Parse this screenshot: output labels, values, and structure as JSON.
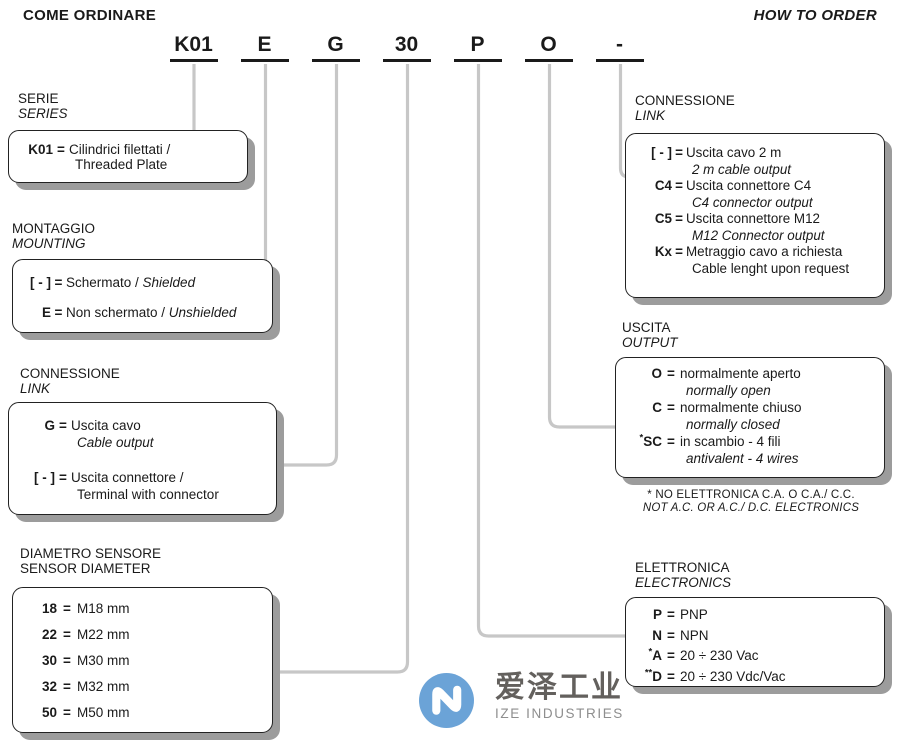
{
  "header": {
    "title_it": "COME ORDINARE",
    "title_en": "HOW TO ORDER"
  },
  "order_code": {
    "segments": [
      "K01",
      "E",
      "G",
      "30",
      "P",
      "O",
      "-"
    ]
  },
  "sections": {
    "serie": {
      "label_it": "SERIE",
      "label_en": "SERIES",
      "lines": [
        {
          "c": "K01",
          "t": "Cilindrici filettati /"
        },
        {
          "t": "Threaded Plate"
        }
      ]
    },
    "montaggio": {
      "label_it": "MONTAGGIO",
      "label_en": "MOUNTING",
      "lines": [
        {
          "c": "[ - ]",
          "t": "Schermato / ",
          "t2": "Shielded"
        },
        {
          "c": "E",
          "t": "Non schermato / ",
          "t2": "Unshielded",
          "sp": 1
        }
      ]
    },
    "connessione_left": {
      "label_it": "CONNESSIONE",
      "label_en": "LINK",
      "lines": [
        {
          "c": "G",
          "t": "Uscita cavo"
        },
        {
          "t": "Cable output",
          "i": 1
        },
        {
          "c": "[ - ]",
          "t": "Uscita connettore /",
          "sp": 1
        },
        {
          "t": "Terminal with connector"
        }
      ]
    },
    "diametro": {
      "label_it": "DIAMETRO SENSORE",
      "label_en": "SENSOR DIAMETER",
      "lines": [
        {
          "c": "18",
          "t": "M18 mm"
        },
        {
          "c": "22",
          "t": "M22 mm",
          "sp": 1
        },
        {
          "c": "30",
          "t": "M30 mm",
          "sp": 1
        },
        {
          "c": "32",
          "t": "M32 mm",
          "sp": 1
        },
        {
          "c": "50",
          "t": "M50 mm",
          "sp": 1
        }
      ]
    },
    "connessione_right": {
      "label_it": "CONNESSIONE",
      "label_en": "LINK",
      "lines": [
        {
          "c": "[ - ]",
          "t": "Uscita cavo 2 m"
        },
        {
          "t": "2 m cable output",
          "i": 1
        },
        {
          "c": "C4",
          "t": "Uscita connettore C4"
        },
        {
          "t": "C4 connector output",
          "i": 1
        },
        {
          "c": "C5",
          "t": "Uscita connettore M12"
        },
        {
          "t": "M12 Connector output",
          "i": 1
        },
        {
          "c": "Kx",
          "t": "Metraggio cavo a richiesta"
        },
        {
          "t": "Cable lenght upon request"
        }
      ]
    },
    "uscita": {
      "label_it": "USCITA",
      "label_en": "OUTPUT",
      "lines": [
        {
          "c": "O",
          "t": "normalmente aperto"
        },
        {
          "t": "normally open",
          "i": 1
        },
        {
          "c": "C",
          "t": "normalmente chiuso"
        },
        {
          "t": "normally closed",
          "i": 1
        },
        {
          "c": "SC",
          "sup": "*",
          "t": "in scambio - 4 fili"
        },
        {
          "t": "antivalent - 4 wires",
          "i": 1
        }
      ],
      "footnote_it": "* NO ELETTRONICA C.A. O C.A./ C.C.",
      "footnote_en": "NOT A.C. OR A.C./ D.C. ELECTRONICS"
    },
    "elettronica": {
      "label_it": "ELETTRONICA",
      "label_en": "ELECTRONICS",
      "lines": [
        {
          "c": "P",
          "t": "PNP"
        },
        {
          "c": "N",
          "t": "NPN"
        },
        {
          "c": "A",
          "sup": "*",
          "t": "20 ÷ 230 Vac"
        },
        {
          "c": "D",
          "sup": "**",
          "t": "20 ÷ 230 Vdc/Vac"
        }
      ]
    }
  },
  "watermark": {
    "cn": "爱泽工业",
    "en": "IZE INDUSTRIES"
  },
  "colors": {
    "text": "#1a1a1a",
    "connector_line": "#c7c7c7",
    "box_border": "#222222",
    "box_shadow": "#9c9c9c",
    "logo_blue": "#6ba3d7",
    "watermark_cn": "#63605d",
    "watermark_en": "#8e8e8e"
  }
}
